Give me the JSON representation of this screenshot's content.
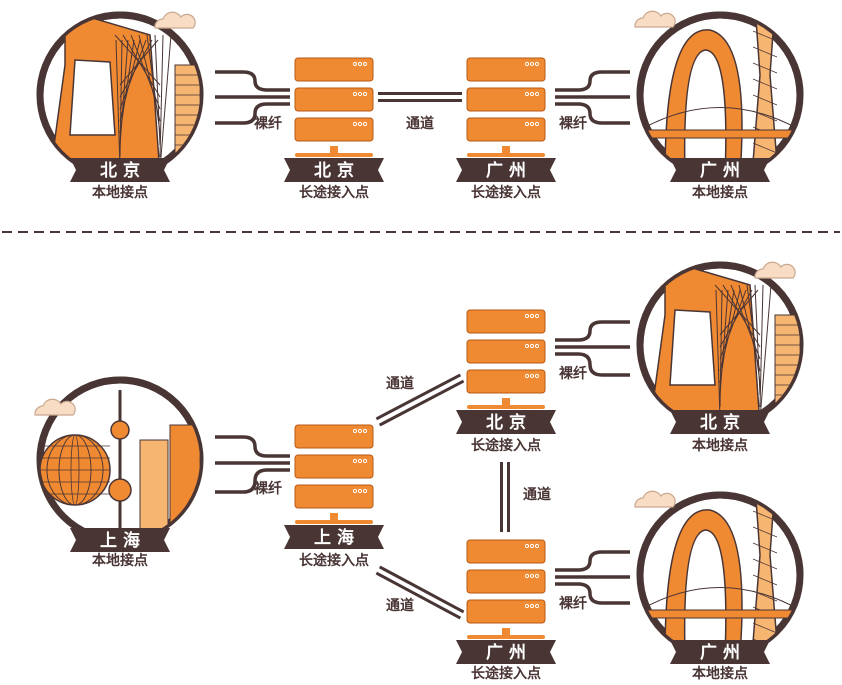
{
  "colors": {
    "orange": "#F08A32",
    "light_orange": "#F7B572",
    "dark": "#4A3535",
    "cloud": "#F9DCC4"
  },
  "top": {
    "local_left": {
      "city": "北京",
      "role": "本地接点",
      "icon": "beijing-cctv-tower-icon"
    },
    "pop_left": {
      "city": "北京",
      "role": "长途接入点",
      "icon": "server-rack-icon"
    },
    "pop_right": {
      "city": "广州",
      "role": "长途接入点",
      "icon": "server-rack-icon"
    },
    "local_right": {
      "city": "广州",
      "role": "本地接点",
      "icon": "guangzhou-tower-icon"
    },
    "fiber_left": "裸纤",
    "tunnel": "通道",
    "fiber_right": "裸纤"
  },
  "bottom": {
    "local_shanghai": {
      "city": "上海",
      "role": "本地接点",
      "icon": "shanghai-pearl-tower-icon"
    },
    "pop_shanghai": {
      "city": "上海",
      "role": "长途接入点",
      "icon": "server-rack-icon"
    },
    "pop_beijing": {
      "city": "北京",
      "role": "长途接入点",
      "icon": "server-rack-icon"
    },
    "pop_guangzhou": {
      "city": "广州",
      "role": "长途接入点",
      "icon": "server-rack-icon"
    },
    "local_beijing": {
      "city": "北京",
      "role": "本地接点",
      "icon": "beijing-cctv-tower-icon"
    },
    "local_guangzhou": {
      "city": "广州",
      "role": "本地接点",
      "icon": "guangzhou-tower-icon"
    },
    "fiber_shanghai": "裸纤",
    "fiber_beijing": "裸纤",
    "fiber_guangzhou": "裸纤",
    "tunnel_sh_bj": "通道",
    "tunnel_bj_gz": "通道",
    "tunnel_sh_gz": "通道"
  }
}
